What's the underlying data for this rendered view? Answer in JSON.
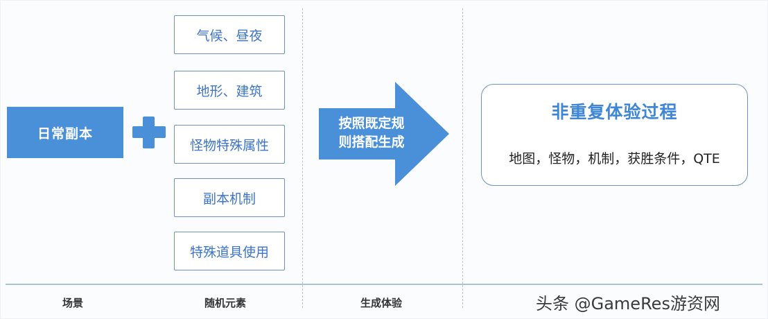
{
  "diagram": {
    "scene": {
      "label": "日常副本"
    },
    "operator": {
      "icon": "plus-icon"
    },
    "random_elements": [
      {
        "label": "气候、昼夜"
      },
      {
        "label": "地形、建筑"
      },
      {
        "label": "怪物特殊属性"
      },
      {
        "label": "副本机制"
      },
      {
        "label": "特殊道具使用"
      }
    ],
    "arrow": {
      "line1": "按照既定规",
      "line2": "则搭配生成",
      "icon": "arrow-right-icon"
    },
    "result": {
      "title": "非重复体验过程",
      "subtitle": "地图，怪物，机制，获胜条件，QTE"
    },
    "columns": [
      {
        "label": "场景"
      },
      {
        "label": "随机元素"
      },
      {
        "label": "生成体验"
      }
    ],
    "colors": {
      "primary_blue": "#4a90d9",
      "box_border": "#6f8fc0",
      "element_text": "#3d74c6",
      "result_title": "#3f86d6"
    }
  },
  "watermark": {
    "text": "头条 @GameRes游资网"
  }
}
